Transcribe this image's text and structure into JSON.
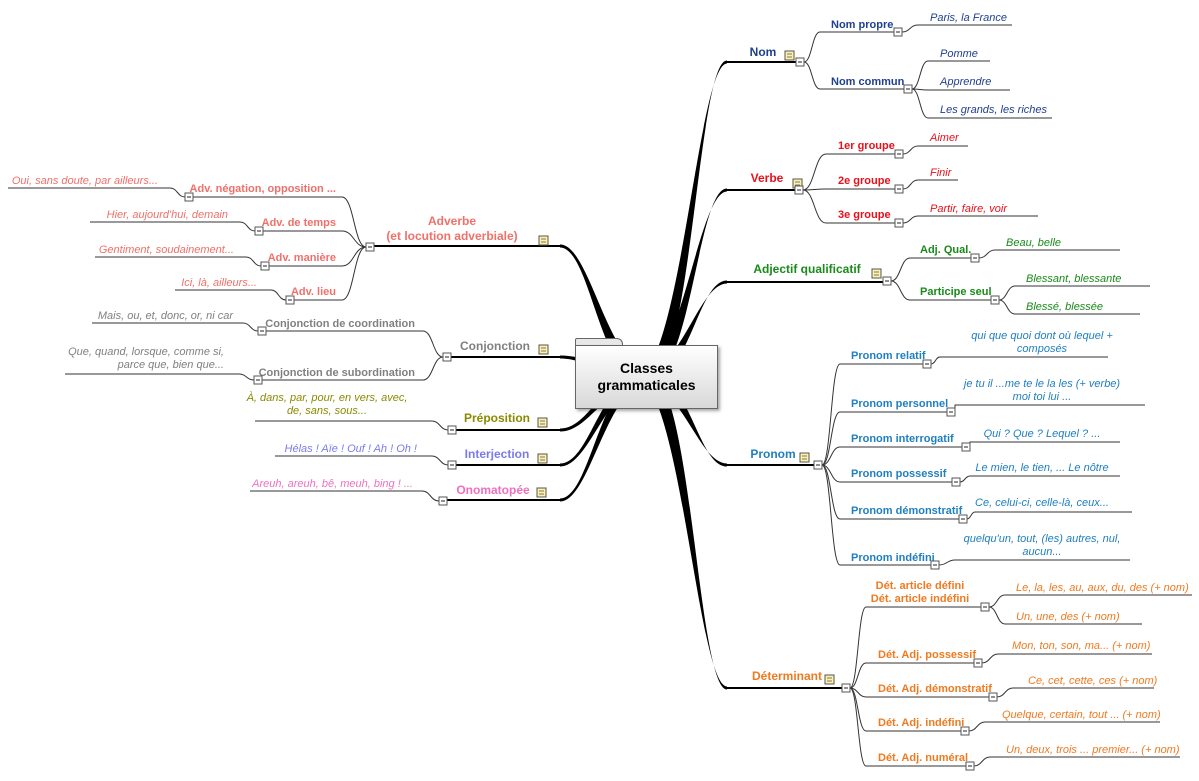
{
  "center": {
    "label": "Classes\ngrammaticales"
  },
  "colors": {
    "nom": "#1f3f8f",
    "verbe": "#e8101a",
    "adjectif": "#1a8a1a",
    "pronom": "#1f7fc0",
    "determinant": "#f07a20",
    "adverbe": "#f0706a",
    "conjonction": "#808080",
    "preposition": "#8a8a00",
    "interjection": "#7a7af0",
    "onomatopee": "#f070c0",
    "connector": "#000000",
    "line": "#333333"
  },
  "branches": {
    "nom": {
      "label": "Nom",
      "children": [
        {
          "label": "Nom propre",
          "leaves": [
            "Paris, la France"
          ]
        },
        {
          "label": "Nom commun",
          "leaves": [
            "Pomme",
            "Apprendre",
            "Les grands, les riches"
          ]
        }
      ]
    },
    "verbe": {
      "label": "Verbe",
      "children": [
        {
          "label": "1er groupe",
          "leaves": [
            "Aimer"
          ]
        },
        {
          "label": "2e groupe",
          "leaves": [
            "Finir"
          ]
        },
        {
          "label": "3e groupe",
          "leaves": [
            "Partir, faire, voir"
          ]
        }
      ]
    },
    "adjectif": {
      "label": "Adjectif qualificatif",
      "children": [
        {
          "label": "Adj. Qual.",
          "leaves": [
            "Beau, belle"
          ]
        },
        {
          "label": "Participe seul",
          "leaves": [
            "Blessant, blessante",
            "Blessé, blessée"
          ]
        }
      ]
    },
    "pronom": {
      "label": "Pronom",
      "children": [
        {
          "label": "Pronom relatif",
          "leaves": [
            "qui que quoi dont où lequel +\ncomposés"
          ]
        },
        {
          "label": "Pronom personnel",
          "leaves": [
            "je tu il ...me te le la les (+ verbe)\nmoi toi lui ..."
          ]
        },
        {
          "label": "Pronom interrogatif",
          "leaves": [
            "Qui ? Que ? Lequel ? ..."
          ]
        },
        {
          "label": "Pronom possessif",
          "leaves": [
            "Le mien, le tien, ... Le nôtre"
          ]
        },
        {
          "label": "Pronom démonstratif",
          "leaves": [
            "Ce, celui-ci, celle-là, ceux..."
          ]
        },
        {
          "label": "Pronom indéfini",
          "leaves": [
            "quelqu'un, tout, (les) autres, nul,\naucun..."
          ]
        }
      ]
    },
    "determinant": {
      "label": "Déterminant",
      "children": [
        {
          "label": "Dét. article  défini\nDét. article  indéfini",
          "leaves": [
            "Le, la, les, au, aux, du, des (+ nom)",
            "Un, une, des (+ nom)"
          ]
        },
        {
          "label": "Dét. Adj. possessif",
          "leaves": [
            "Mon, ton, son, ma... (+ nom)"
          ]
        },
        {
          "label": "Dét. Adj. démonstratif",
          "leaves": [
            "Ce, cet, cette, ces (+ nom)"
          ]
        },
        {
          "label": "Dét. Adj. indéfini",
          "leaves": [
            "Quelque, certain, tout ... (+ nom)"
          ]
        },
        {
          "label": "Dét. Adj. numéral",
          "leaves": [
            "Un, deux, trois ... premier... (+ nom)"
          ]
        }
      ]
    },
    "adverbe": {
      "label": "Adverbe\n(et locution adverbiale)",
      "children": [
        {
          "label": "Adv. négation, opposition ...",
          "leaves": [
            "Oui, sans doute, par ailleurs..."
          ]
        },
        {
          "label": "Adv. de temps",
          "leaves": [
            "Hier, aujourd'hui, demain"
          ]
        },
        {
          "label": "Adv. manière",
          "leaves": [
            "Gentiment, soudainement..."
          ]
        },
        {
          "label": "Adv. lieu",
          "leaves": [
            "Ici, là, ailleurs..."
          ]
        }
      ]
    },
    "conjonction": {
      "label": "Conjonction",
      "children": [
        {
          "label": "Conjonction de coordination",
          "leaves": [
            "Mais, ou, et, donc, or, ni car"
          ]
        },
        {
          "label": "Conjonction de subordination",
          "leaves": [
            "Que, quand, lorsque, comme si,\nparce que, bien que..."
          ]
        }
      ]
    },
    "preposition": {
      "label": "Préposition",
      "leaves": [
        "À, dans, par, pour, en vers, avec,\nde, sans, sous..."
      ]
    },
    "interjection": {
      "label": "Interjection",
      "leaves": [
        "Hélas ! Aïe ! Ouf ! Ah ! Oh !"
      ]
    },
    "onomatopee": {
      "label": "Onomatopée",
      "leaves": [
        "Areuh, areuh, bê, meuh, bing ! ..."
      ]
    }
  }
}
